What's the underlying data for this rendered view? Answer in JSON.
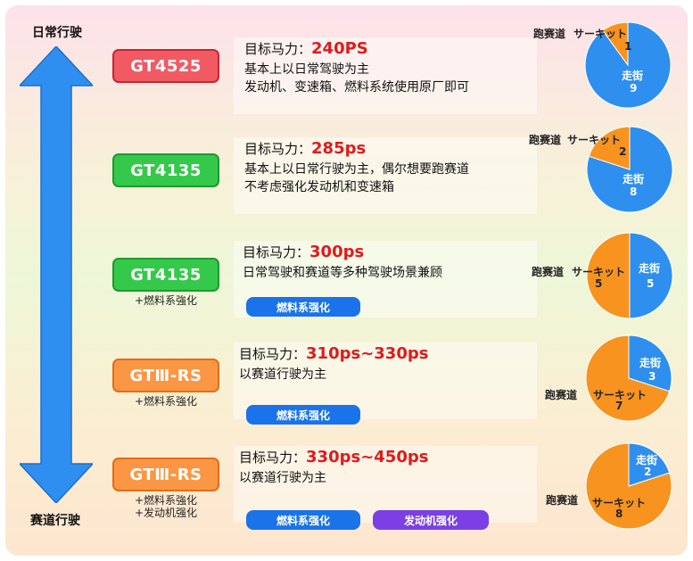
{
  "top_label": "日常行驶",
  "bottom_label": "赛道行驶",
  "rows": [
    {
      "model": "GT4525",
      "color": "red",
      "sub": [],
      "target_label": "目标马力：",
      "hp": "240PS",
      "desc": [
        "基本上以日常驾驶为主",
        "发动机、变速箱、燃料系统使用原厂即可"
      ],
      "pills": [],
      "pie": {
        "street": 9,
        "circuit": 1,
        "street_label": "走街",
        "track_label": "跑赛道",
        "circuit_label": "サーキット"
      }
    },
    {
      "model": "GT4135",
      "color": "green",
      "sub": [],
      "target_label": "目标马力：",
      "hp": "285ps",
      "desc": [
        "基本上以日常行驶为主，偶尔想要跑赛道",
        "不考虑强化发动机和变速箱"
      ],
      "pills": [],
      "pie": {
        "street": 8,
        "circuit": 2,
        "street_label": "走街",
        "track_label": "跑赛道",
        "circuit_label": "サーキット"
      }
    },
    {
      "model": "GT4135",
      "color": "green",
      "sub": [
        "+燃料系強化"
      ],
      "target_label": "目标马力：",
      "hp": "300ps",
      "desc": [
        "日常驾驶和赛道等多种驾驶场景兼顾"
      ],
      "pills": [
        "燃料系强化"
      ],
      "pie": {
        "street": 5,
        "circuit": 5,
        "street_label": "走街",
        "track_label": "跑赛道",
        "circuit_label": "サーキット"
      }
    },
    {
      "model": "GTⅢ-RS",
      "color": "orange",
      "sub": [
        "+燃料系強化"
      ],
      "target_label": "目标马力：",
      "hp": "310ps~330ps",
      "desc": [
        "以赛道行驶为主"
      ],
      "pills": [
        "燃料系强化"
      ],
      "pie": {
        "street": 3,
        "circuit": 7,
        "street_label": "走街",
        "track_label": "跑赛道",
        "circuit_label": "サーキット"
      }
    },
    {
      "model": "GTⅢ-RS",
      "color": "orange",
      "sub": [
        "+燃料系強化",
        "+发动机强化"
      ],
      "target_label": "目标马力：",
      "hp": "330ps~450ps",
      "desc": [
        "以赛道行驶为主"
      ],
      "pills": [
        "燃料系强化",
        "发动机强化"
      ],
      "pie": {
        "street": 2,
        "circuit": 8,
        "street_label": "走街",
        "track_label": "跑赛道",
        "circuit_label": "サーキット"
      }
    }
  ],
  "colors": {
    "street": "#2e8fee",
    "circuit": "#f7931e",
    "arrow": "#2f8ff0"
  }
}
